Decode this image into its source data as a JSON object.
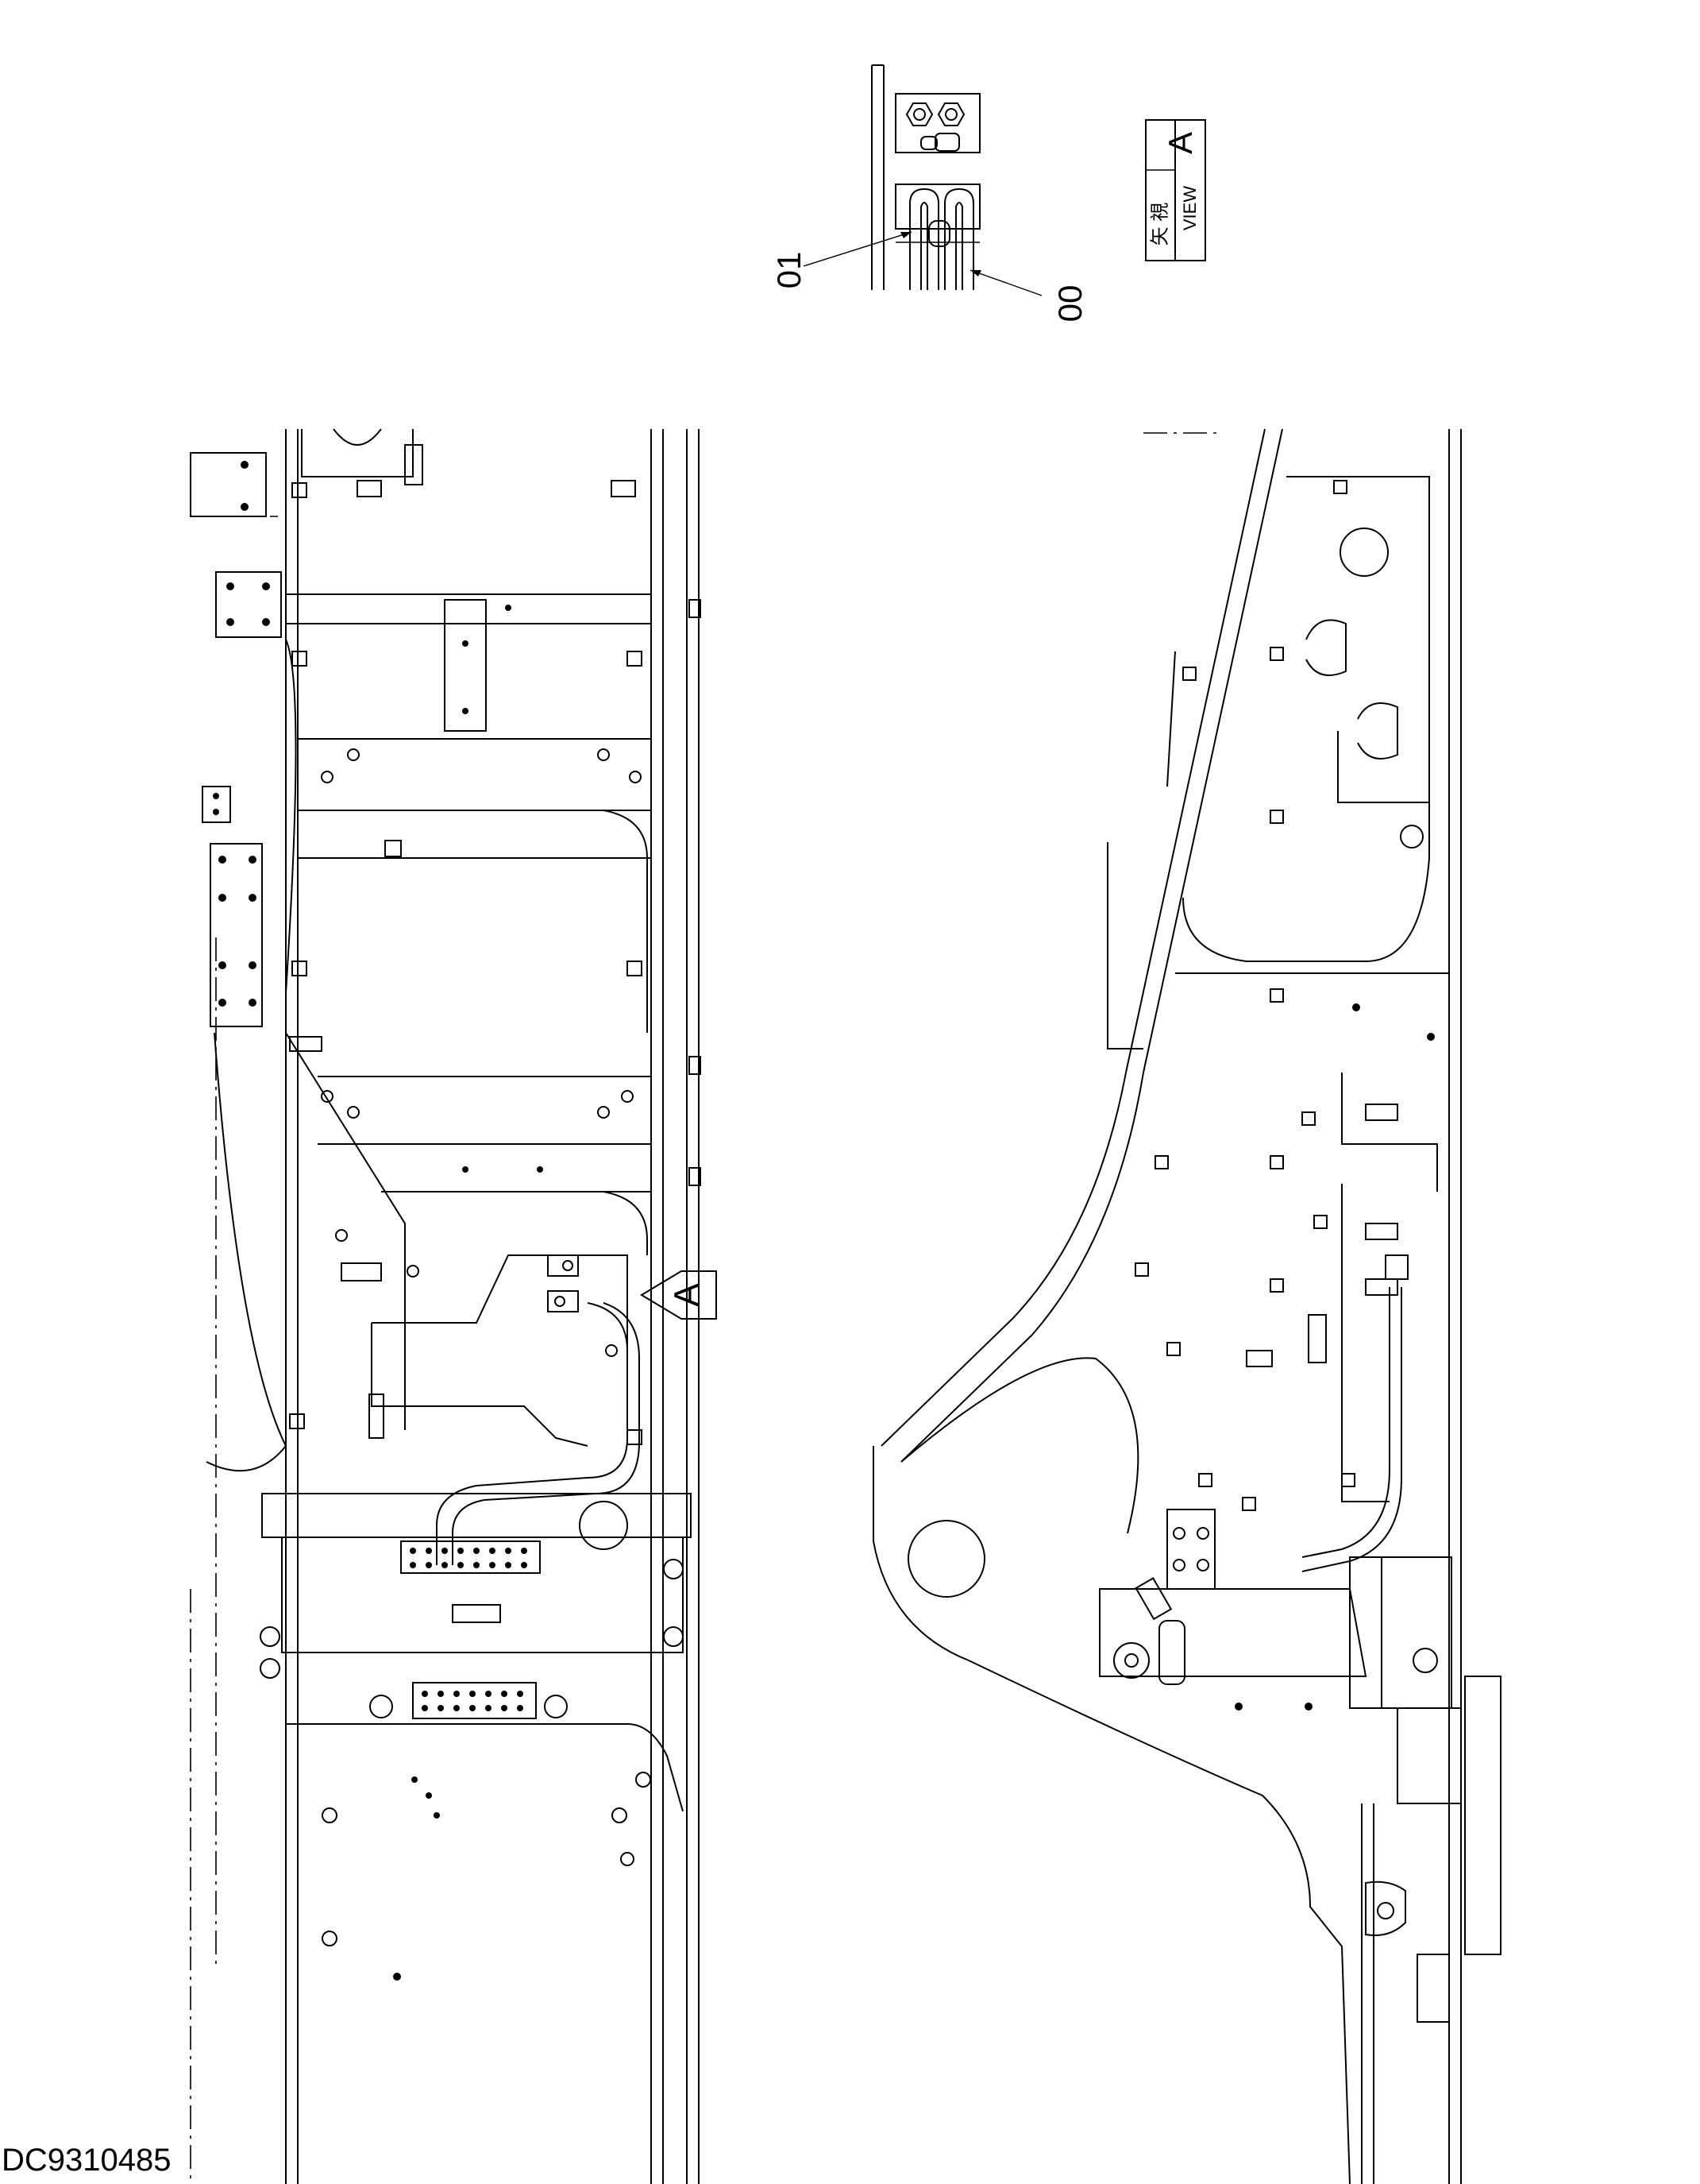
{
  "drawing_number": "DC9310485",
  "view_label": {
    "letter": "A",
    "jp_text": "矢 視",
    "en_text": "VIEW"
  },
  "view_arrow_letter": "A",
  "callouts": [
    {
      "id": "01"
    },
    {
      "id": "00"
    }
  ]
}
